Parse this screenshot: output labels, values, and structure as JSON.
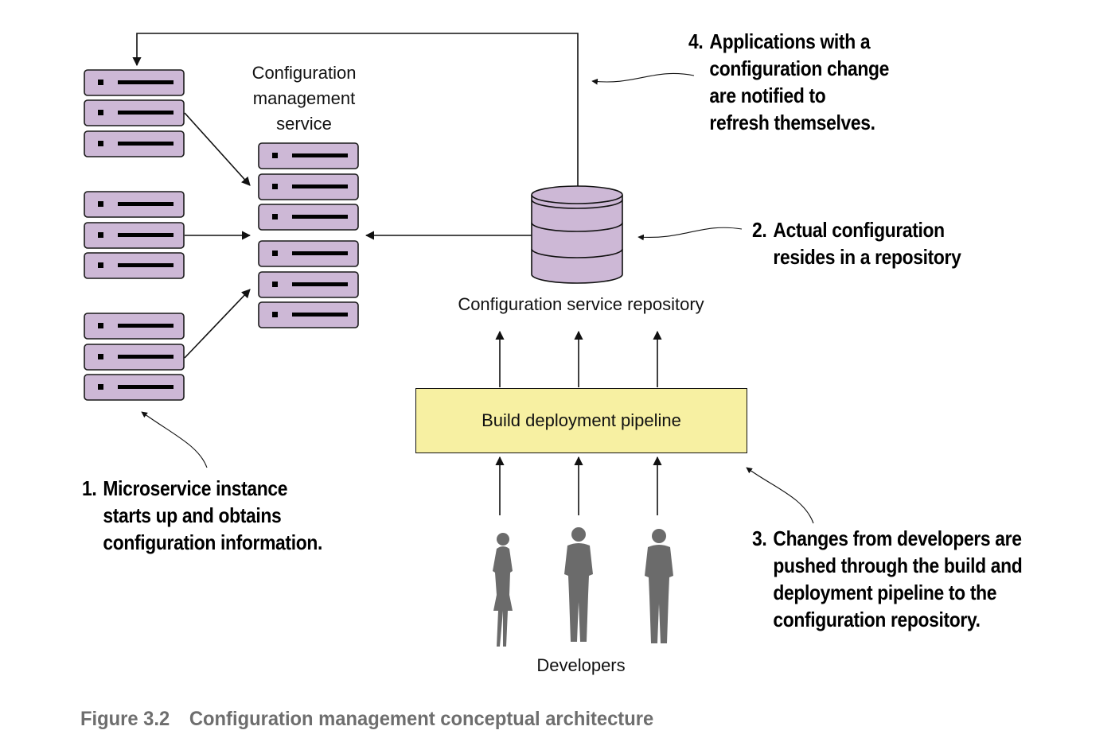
{
  "labels": {
    "config_service": [
      "Configuration",
      "management",
      "service"
    ],
    "repository": "Configuration service repository",
    "pipeline": "Build deployment pipeline",
    "developers": "Developers"
  },
  "notes": {
    "note1": {
      "number": "1.",
      "lines": [
        "Microservice instance",
        "starts up and obtains",
        "configuration information."
      ]
    },
    "note2": {
      "number": "2.",
      "lines": [
        "Actual configuration",
        "resides in a repository"
      ]
    },
    "note3": {
      "number": "3.",
      "lines": [
        "Changes from developers are",
        "pushed through the build and",
        "deployment pipeline to the",
        "configuration repository."
      ]
    },
    "note4": {
      "number": "4.",
      "lines": [
        "Applications with a",
        "configuration change",
        "are notified to",
        "refresh themselves."
      ]
    }
  },
  "caption": {
    "figure": "Figure 3.2",
    "title": "Configuration management conceptual architecture"
  },
  "colors": {
    "server": "#cdb8d6",
    "pipeline": "#f7f0a2",
    "person": "#6b6b6b",
    "caption": "#6e6e6e"
  }
}
